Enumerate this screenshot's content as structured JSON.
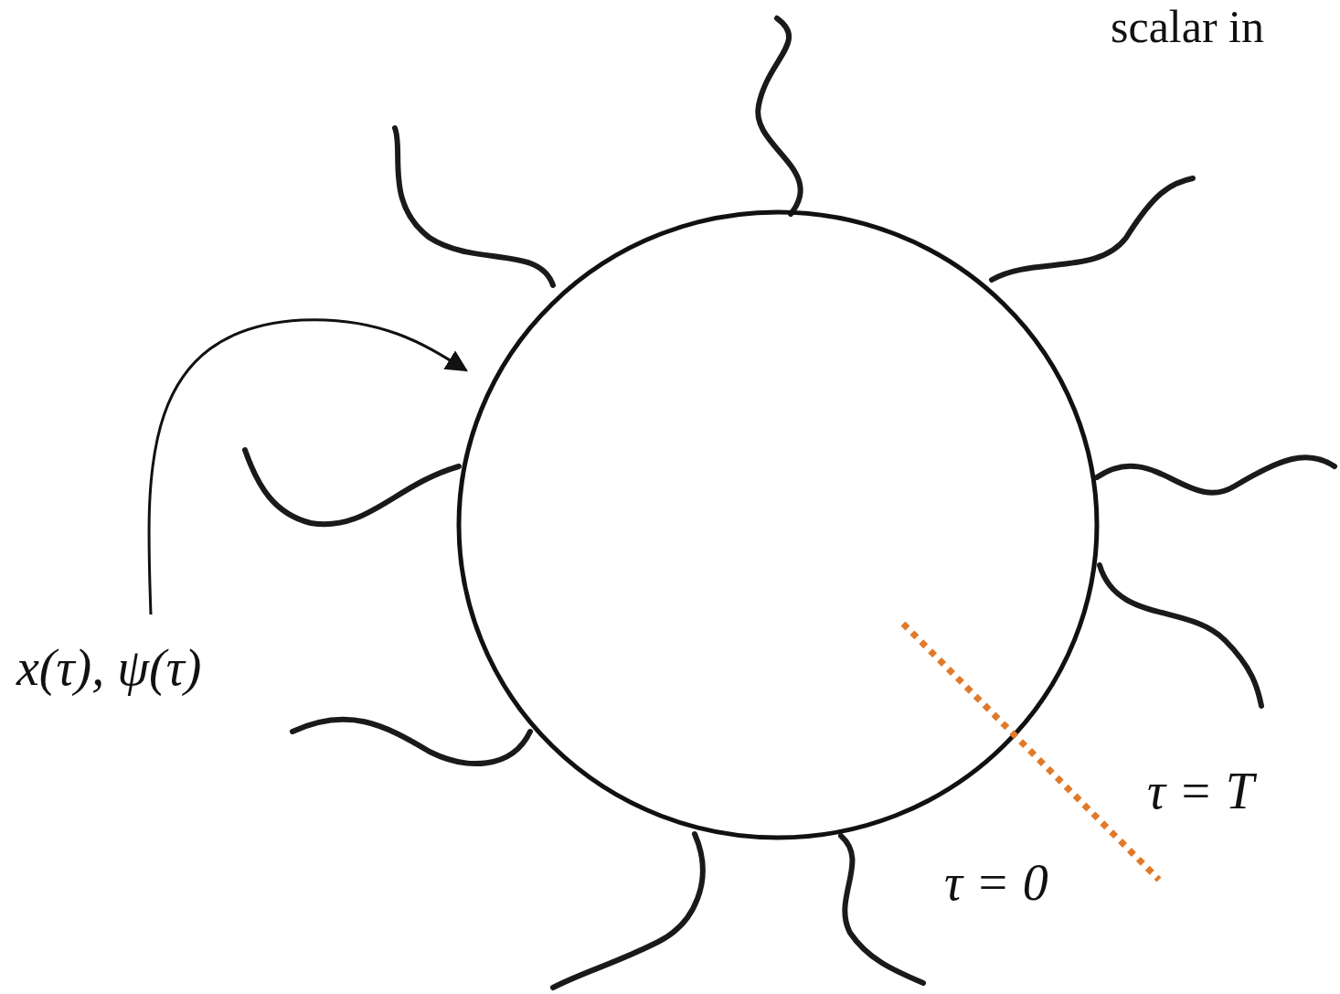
{
  "diagram": {
    "labels": [
      "x(τ), ψ(τ)",
      "τ = T",
      "τ = 0",
      "scalar in"
    ]
  }
}
